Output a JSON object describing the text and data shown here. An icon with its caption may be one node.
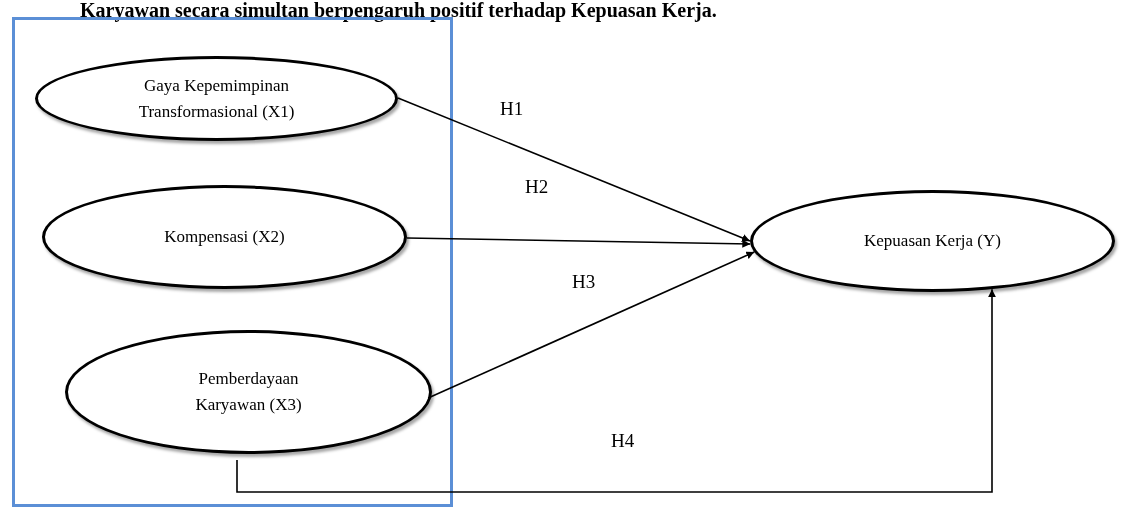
{
  "diagram": {
    "nodes": [
      {
        "text": [],
        "shape": "box"
      },
      {
        "text": [
          "Gaya Kepemimpinan Transformasional (X1)"
        ],
        "in": 0
      },
      {
        "text": [
          "Kompensasi (X2)"
        ],
        "in": 0
      },
      {
        "text": [
          "Pemberdayaan Karyawan (X3)"
        ],
        "in": 0
      },
      {
        "text": [
          "Kepuasan Kerja (Y)"
        ]
      }
    ],
    "edges": [
      {
        "from": 1,
        "to": 4,
        "arrow": "to",
        "label": "H1"
      },
      {
        "from": 2,
        "to": 4,
        "arrow": "to",
        "label": "H2"
      },
      {
        "from": 3,
        "to": 4,
        "arrow": "to",
        "label": "H3"
      },
      {
        "from": 3,
        "to": 4,
        "arrow": "to",
        "label": "H4"
      }
    ],
    "labels": [
      "Karyawan secara simultan berpengaruh positif terhadap Kepuasan Kerja."
    ]
  }
}
